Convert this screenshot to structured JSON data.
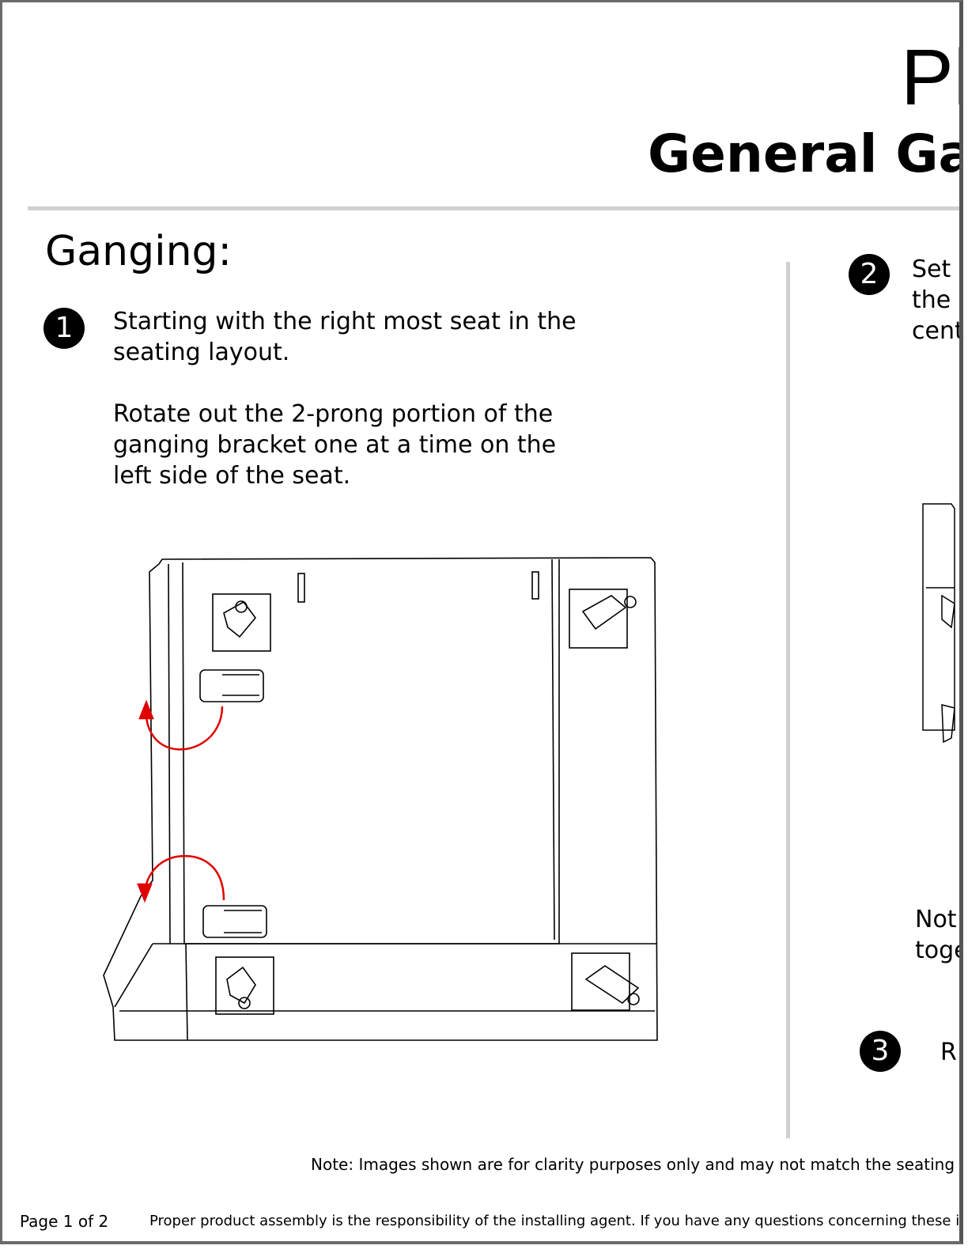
{
  "header": {
    "title": "Pl",
    "subtitle": "General Gan"
  },
  "section": {
    "heading": "Ganging:"
  },
  "steps": [
    {
      "number": "1",
      "lines": [
        "Starting with the right most seat in the",
        "seating layout.",
        "",
        "Rotate out the 2-prong portion of the",
        "ganging bracket one at a time on the",
        "left side of the seat."
      ]
    },
    {
      "number": "2",
      "lines": [
        "Set",
        "the",
        "cent"
      ],
      "note_lines": [
        "Not",
        "toge"
      ]
    },
    {
      "number": "3",
      "lines": [
        "R"
      ]
    }
  ],
  "footer": {
    "note": "Note: Images shown are for clarity purposes only and may not match the seating th",
    "page": "Page 1 of 2",
    "disclaimer": "Proper product assembly is the responsibility of the installing agent. If you have any questions concerning these instructi"
  },
  "colors": {
    "arrow": "#e00000",
    "rule": "#d0d0d0"
  }
}
